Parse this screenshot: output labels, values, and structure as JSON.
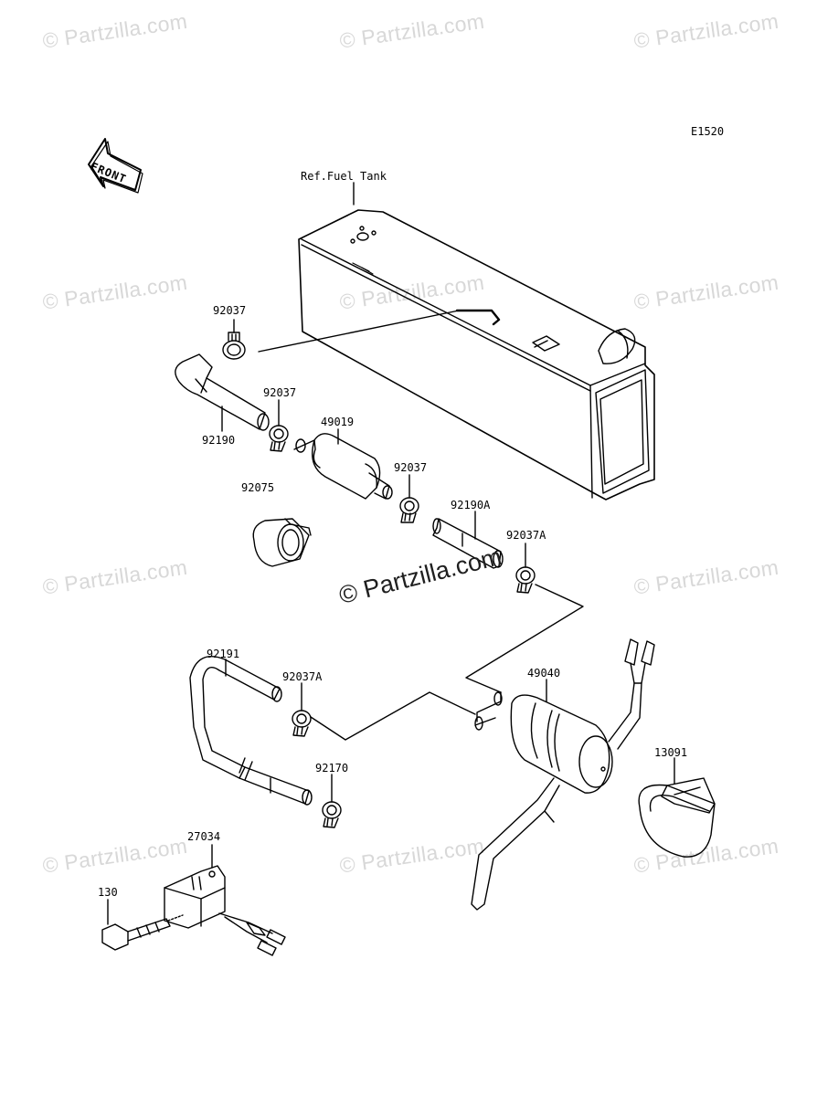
{
  "diagram_code": "E1520",
  "front_label": "FRONT",
  "watermark": "© Partzilla.com",
  "center_watermark": "© Partzilla.com",
  "parts": {
    "ref_fuel_tank": "Ref.Fuel Tank",
    "clamp_top": "92037",
    "hose_92190": "92190",
    "clamp_mid": "92037",
    "filter": "49019",
    "clamp_filter": "92037",
    "holder": "92075",
    "hose_92190a": "92190A",
    "clamp_92037a_right": "92037A",
    "hose_92191": "92191",
    "clamp_92037a_left": "92037A",
    "pump": "49040",
    "band": "13091",
    "clip_92170": "92170",
    "relay": "27034",
    "bolt": "130"
  }
}
